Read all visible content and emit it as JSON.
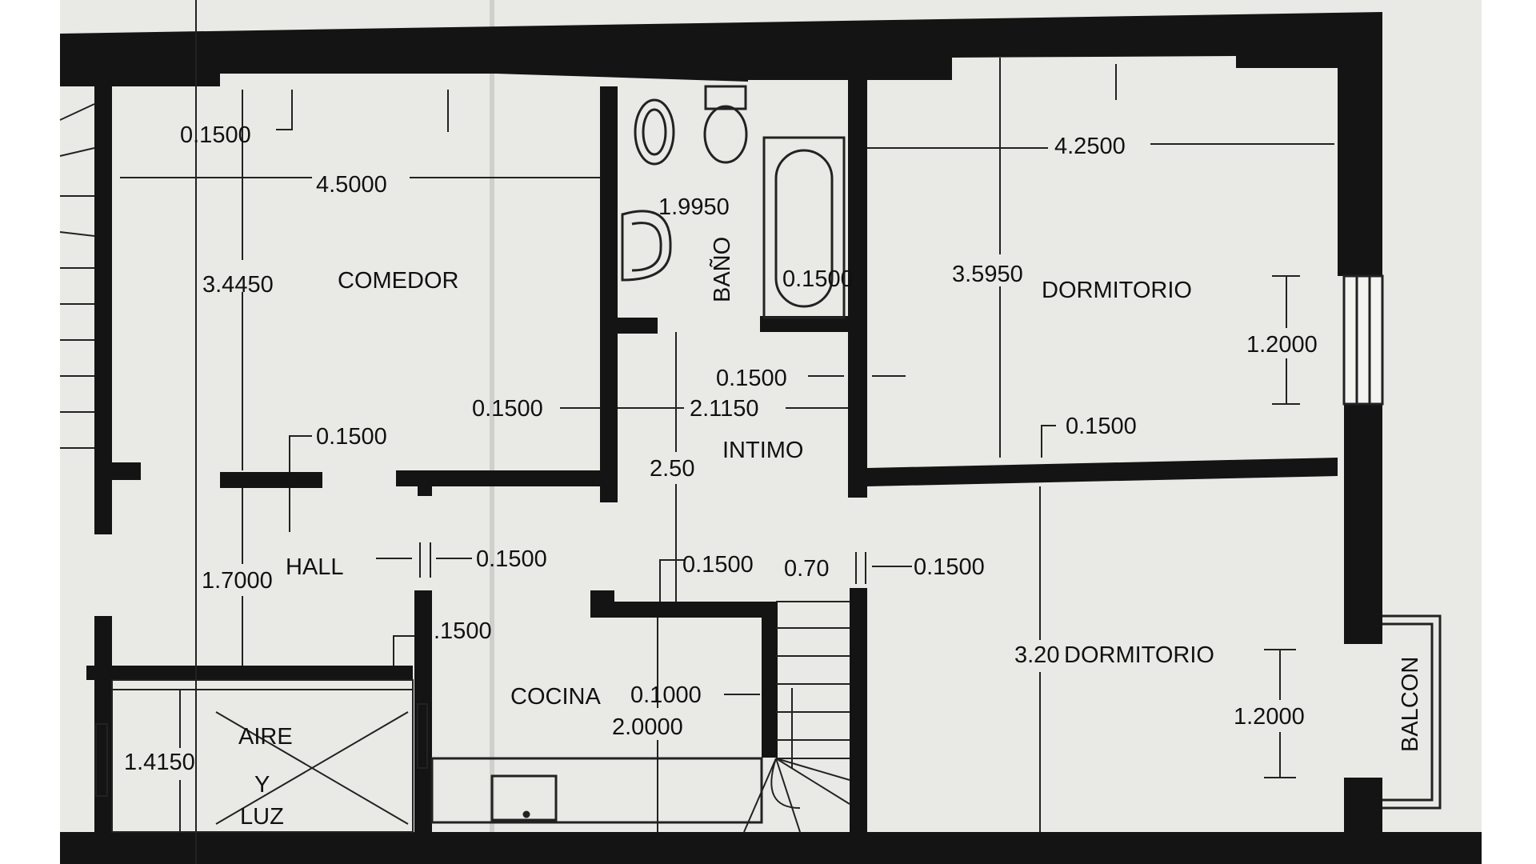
{
  "rooms": {
    "comedor": "COMEDOR",
    "bano": "BAÑO",
    "dormitorio_top": "DORMITORIO",
    "intimo": "INTIMO",
    "hall": "HALL",
    "cocina": "COCINA",
    "dormitorio_bottom": "DORMITORIO",
    "aire": "AIRE",
    "y": "Y",
    "luz": "LUZ",
    "balcon": "BALCON"
  },
  "dimensions": {
    "d_top_015": "0.1500",
    "d_comedor_w": "4.5000",
    "d_comedor_h": "3.4450",
    "d_bano_w": "1.9950",
    "d_bath_015": "0.1500",
    "d_dorm1_w": "4.2500",
    "d_dorm1_h": "3.5950",
    "d_window_1": "1.2000",
    "d_intimo_015a": "0.1500",
    "d_intimo_015b": "0.1500",
    "d_intimo_w": "2.1150",
    "d_dorm1_015": "0.1500",
    "d_hall_015a": "0.1500",
    "d_intimo_h": "2.50",
    "d_hall_h": "1.7000",
    "d_hall_015b": "0.1500",
    "d_stair_015": "0.1500",
    "d_stair_w": "0.70",
    "d_stair_015b": "0.1500",
    "d_cocina_015": ".1500",
    "d_dorm2_h": "3.20",
    "d_cocina_01": "0.1000",
    "d_cocina_h": "2.0000",
    "d_aire_h": "1.4150",
    "d_window_2": "1.2000"
  },
  "colors": {
    "paper": "#e9e9e5",
    "wall": "#141414",
    "ink": "#111111"
  }
}
